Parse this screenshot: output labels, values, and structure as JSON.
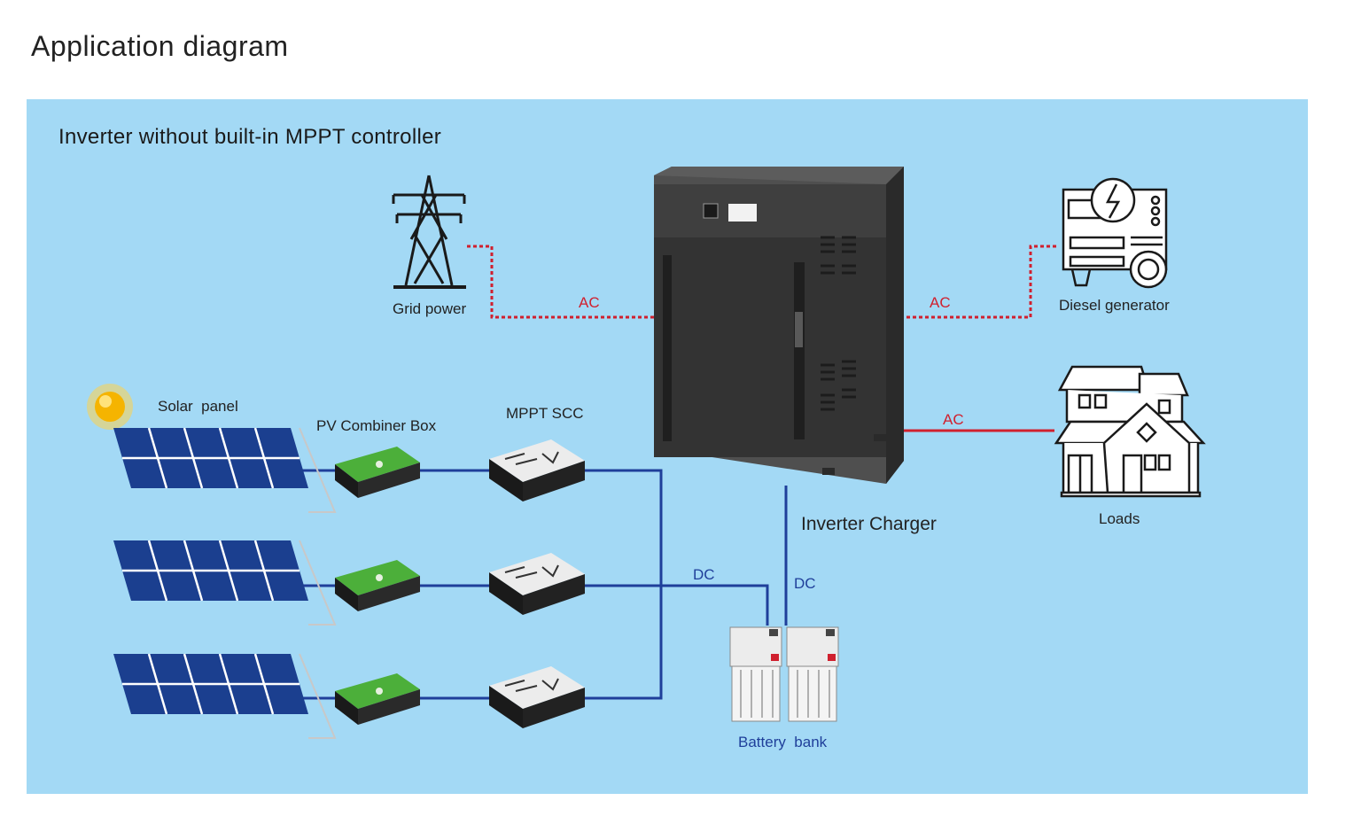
{
  "page_title": "Application diagram",
  "diagram": {
    "title": "Inverter without built-in MPPT controller",
    "components": {
      "grid": "Grid power",
      "generator": "Diesel generator",
      "loads": "Loads",
      "solar": "Solar  panel",
      "combiner": "PV Combiner Box",
      "mppt": "MPPT SCC",
      "inverter": "Inverter Charger",
      "battery": "Battery  bank"
    },
    "connections": {
      "grid_ac": "AC",
      "generator_ac": "AC",
      "loads_ac": "AC",
      "scc_dc": "DC",
      "inverter_dc": "DC"
    },
    "colors": {
      "background": "#a3d9f5",
      "ac_line": "#d0202e",
      "dc_line": "#1f3f9a"
    }
  }
}
